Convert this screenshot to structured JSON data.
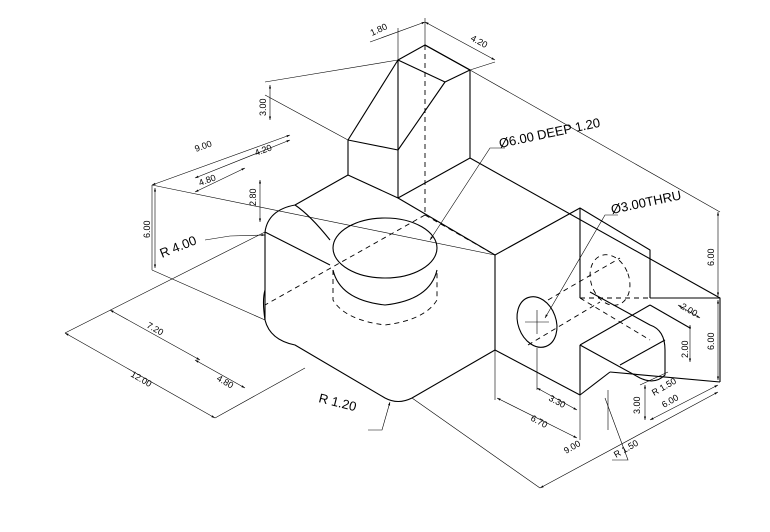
{
  "dims": {
    "d180": "1.80",
    "d420_top": "4.20",
    "d300_top": "3.00",
    "d900_left": "9.00",
    "d420_left": "4.20",
    "d480_left": "4.80",
    "d280": "2.80",
    "d600_left": "6.00",
    "d720": "7.20",
    "d1200": "12.00",
    "d480_bottom": "4.80",
    "d600_right_upper": "6.00",
    "d600_right_lower": "6.00",
    "d200_a": "2.00",
    "d200_b": "2.00",
    "d330": "3.30",
    "d670": "6.70",
    "d300_bottom": "3.00",
    "d150_a": "R 1.50",
    "d600_bottom": "6.00",
    "d900_bottom": "9.00",
    "d150_b": "R 1.50"
  },
  "callouts": {
    "hole_large": "Ø6.00 DEEP 1.20",
    "hole_thru": "Ø3.00THRU",
    "radius_400": "R 4.00",
    "radius_120": "R 1.20"
  }
}
